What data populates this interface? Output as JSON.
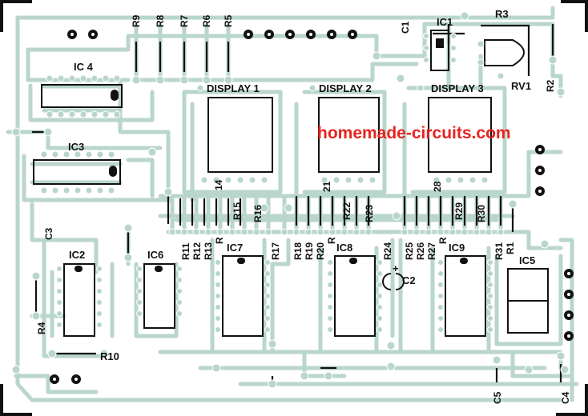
{
  "watermark": "homemade-circuits.com",
  "colors": {
    "trace": "#b9d6cb",
    "trace_dark": "#a9c9bc",
    "ink": "#111111",
    "brand": "#e8231f",
    "corner": "#111111"
  },
  "labels": {
    "ic1": "IC1",
    "ic2": "IC2",
    "ic3": "IC3",
    "ic4": "IC 4",
    "ic5": "IC5",
    "ic6": "IC6",
    "ic7": "IC7",
    "ic8": "IC8",
    "ic9": "IC9",
    "display1": "DISPLAY 1",
    "display2": "DISPLAY 2",
    "display3": "DISPLAY 3",
    "rv1": "RV1",
    "c1": "C1",
    "c2": "C2",
    "c3": "C3",
    "c4": "C4",
    "c5": "C5",
    "r1": "R1",
    "r2": "R2",
    "r3": "R3",
    "r4": "R4",
    "r5": "R5",
    "r6": "R6",
    "r7": "R7",
    "r8": "R8",
    "r9": "R9",
    "r10": "R10",
    "r11": "R11",
    "r12": "R12",
    "r13": "R13",
    "r15": "R15",
    "r16": "R16",
    "r17": "R17",
    "r18": "R18",
    "r19": "R19",
    "r20": "R20",
    "r22": "R22",
    "r23": "R23",
    "r24": "R24",
    "r25": "R25",
    "r26": "R26",
    "r27": "R27",
    "r29": "R29",
    "r30": "R30",
    "r31": "R31",
    "r": "R",
    "pin14": "14",
    "pin21": "21",
    "pin28": "28",
    "plus": "+"
  }
}
